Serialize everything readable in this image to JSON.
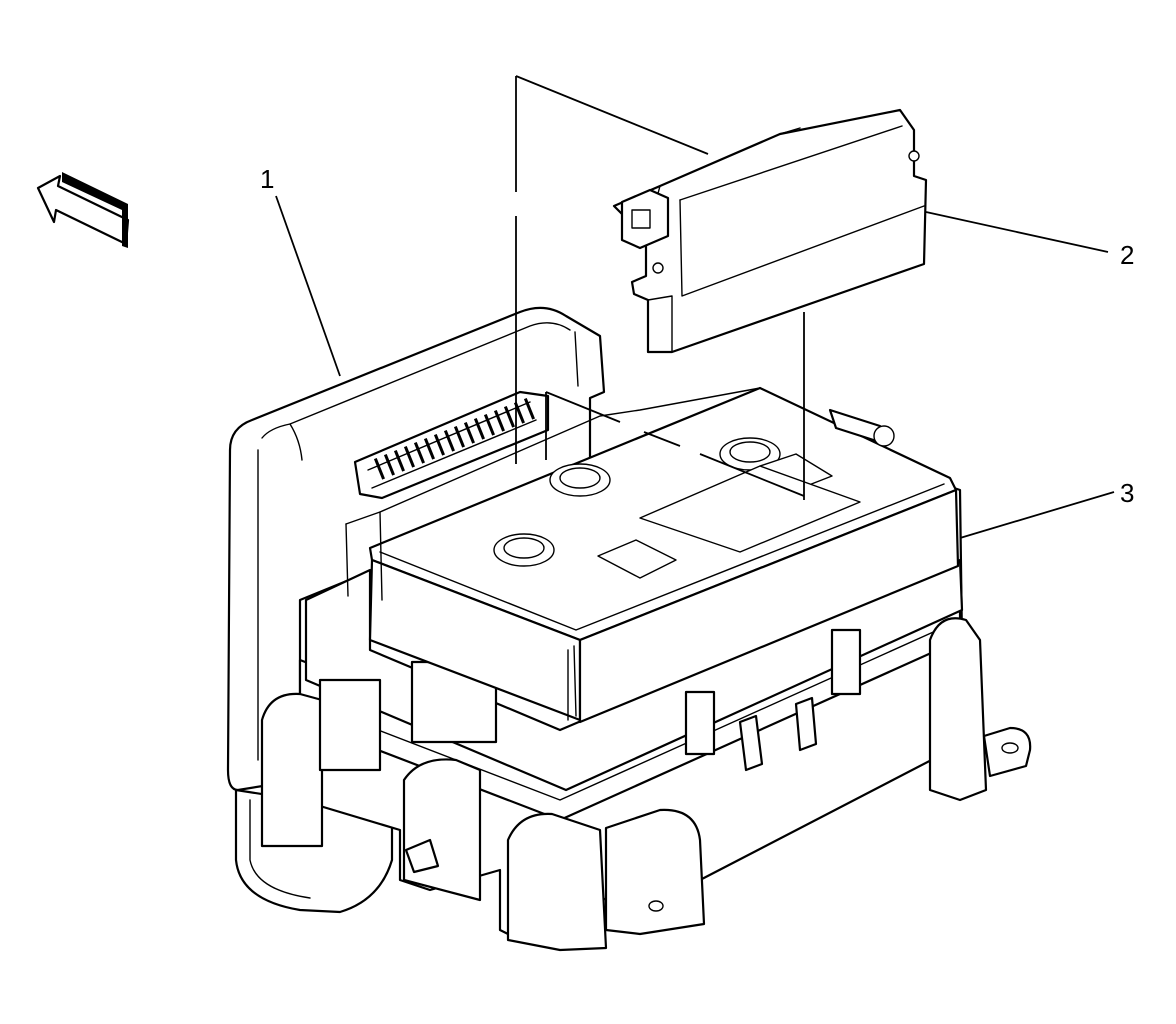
{
  "diagram": {
    "callouts": [
      {
        "id": "1",
        "label": "1"
      },
      {
        "id": "2",
        "label": "2"
      },
      {
        "id": "3",
        "label": "3"
      }
    ],
    "icons": {
      "direction_arrow": "front-direction-arrow-icon"
    },
    "colors": {
      "line": "#000000",
      "background": "#ffffff"
    }
  }
}
